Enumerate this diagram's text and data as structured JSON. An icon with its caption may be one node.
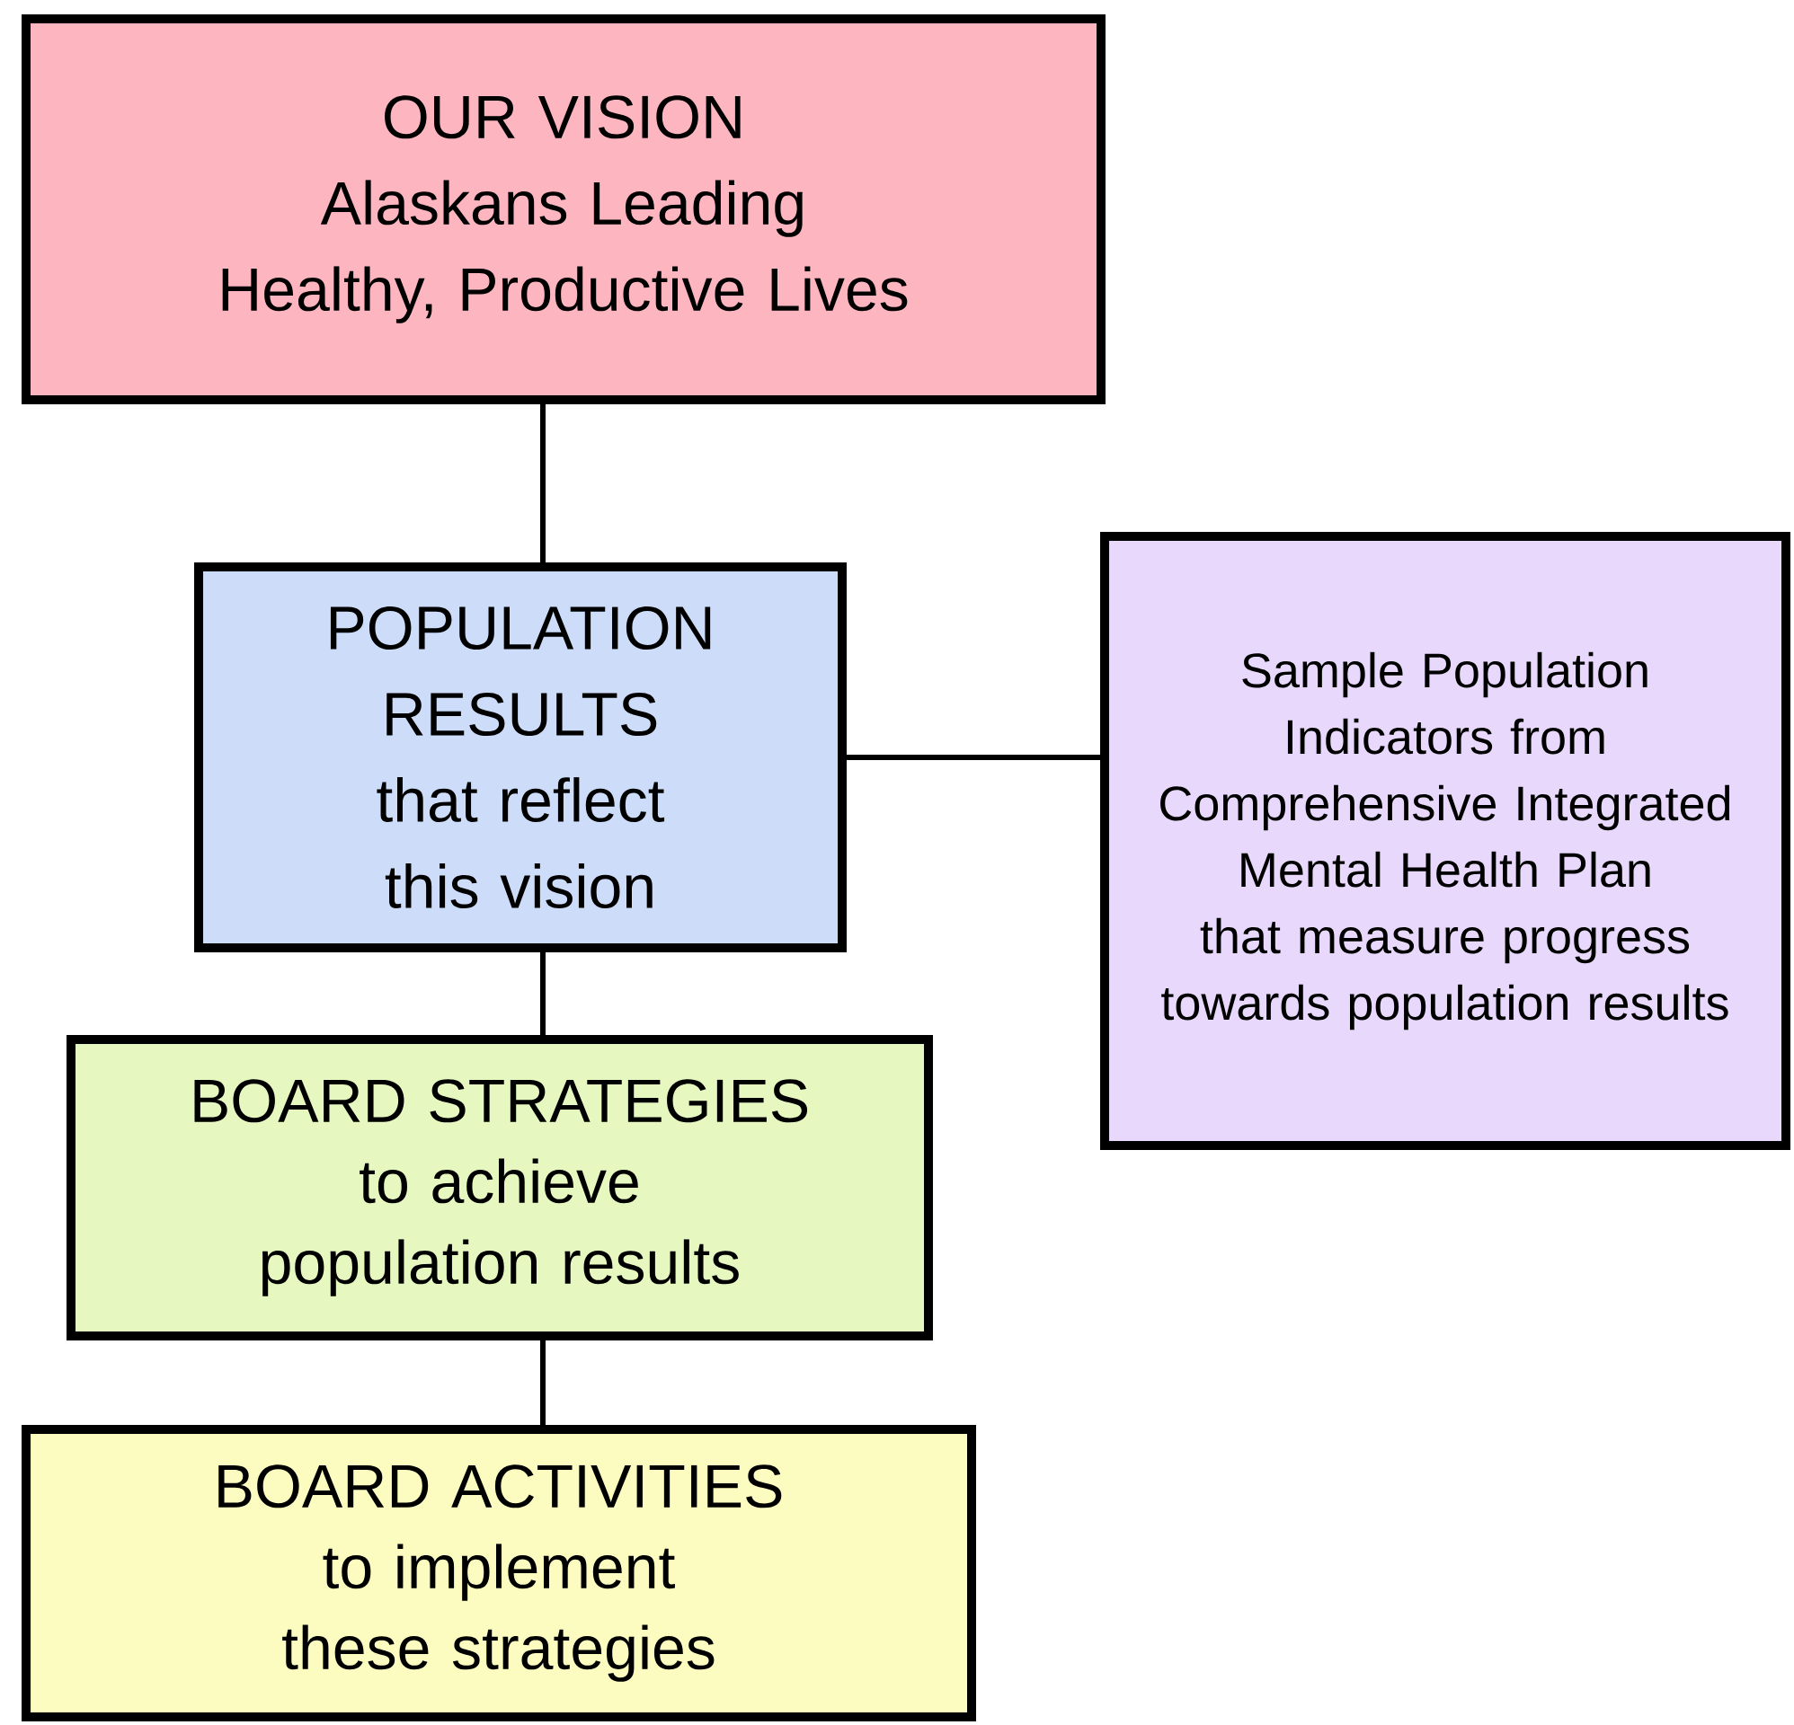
{
  "diagram": {
    "nodes": [
      {
        "text": [
          "OUR VISION",
          "Alaskans Leading Healthy, Productive Lives"
        ]
      },
      {
        "text": [
          "POPULATION RESULTS",
          "that reflect this vision"
        ]
      },
      {
        "text": [
          "Sample Population Indicators from Comprehensive Integrated Mental Health Plan that measure progress towards population results"
        ]
      },
      {
        "text": [
          "BOARD STRATEGIES",
          "to achieve population results"
        ]
      },
      {
        "text": [
          "BOARD ACTIVITIES",
          "to implement these strategies"
        ]
      }
    ],
    "edges": [
      {
        "from": 0,
        "to": 1,
        "arrow": "none"
      },
      {
        "from": 1,
        "to": 2,
        "arrow": "none"
      },
      {
        "from": 1,
        "to": 3,
        "arrow": "none"
      },
      {
        "from": 3,
        "to": 4,
        "arrow": "none"
      }
    ]
  }
}
